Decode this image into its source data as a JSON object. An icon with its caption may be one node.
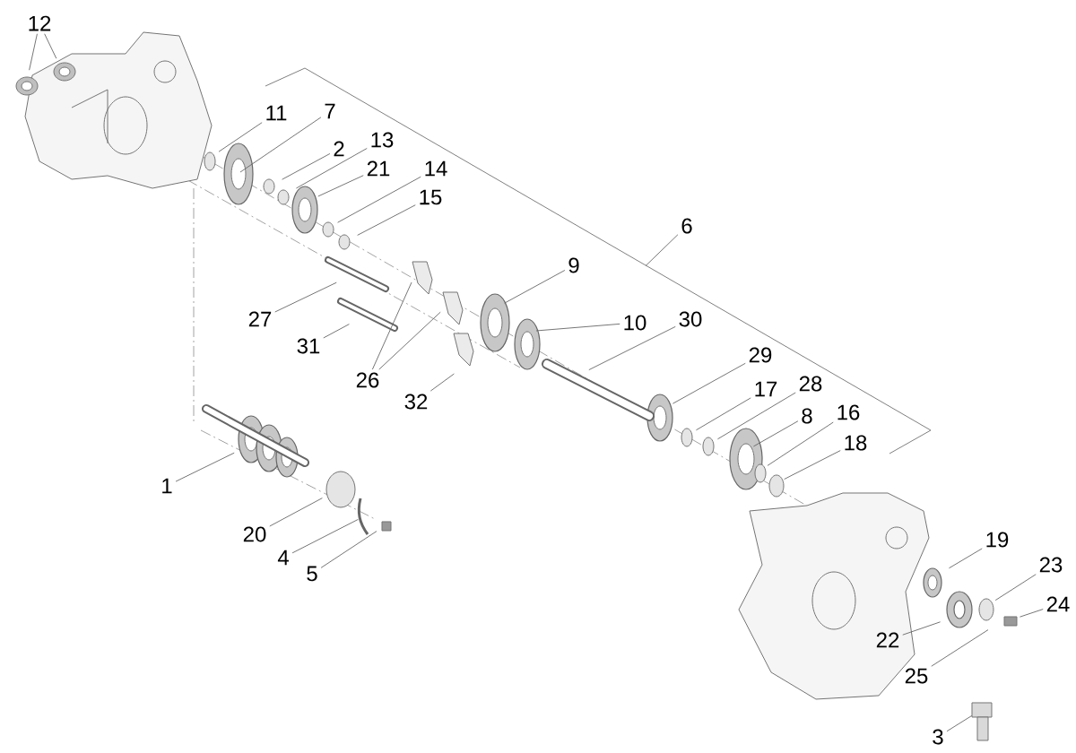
{
  "diagram": {
    "nodes": [
      {
        "text": [
          "12"
        ]
      },
      {
        "text": [
          "11"
        ]
      },
      {
        "text": [
          "7"
        ]
      },
      {
        "text": [
          "2"
        ]
      },
      {
        "text": [
          "13"
        ]
      },
      {
        "text": [
          "21"
        ]
      },
      {
        "text": [
          "14"
        ]
      },
      {
        "text": [
          "15"
        ]
      },
      {
        "text": [
          "6"
        ]
      },
      {
        "text": [
          "9"
        ]
      },
      {
        "text": [
          "10"
        ]
      },
      {
        "text": [
          "30"
        ]
      },
      {
        "text": [
          "29"
        ]
      },
      {
        "text": [
          "17"
        ]
      },
      {
        "text": [
          "28"
        ]
      },
      {
        "text": [
          "8"
        ]
      },
      {
        "text": [
          "16"
        ]
      },
      {
        "text": [
          "18"
        ]
      },
      {
        "text": [
          "27"
        ]
      },
      {
        "text": [
          "31"
        ]
      },
      {
        "text": [
          "26"
        ]
      },
      {
        "text": [
          "32"
        ]
      },
      {
        "text": [
          "1"
        ]
      },
      {
        "text": [
          "20"
        ]
      },
      {
        "text": [
          "4"
        ]
      },
      {
        "text": [
          "5"
        ]
      },
      {
        "text": [
          "19"
        ]
      },
      {
        "text": [
          "23"
        ]
      },
      {
        "text": [
          "24"
        ]
      },
      {
        "text": [
          "22"
        ]
      },
      {
        "text": [
          "25"
        ]
      },
      {
        "text": [
          "3"
        ]
      }
    ],
    "edges": [
      {
        "from": 0,
        "to": null,
        "arrow": "none"
      },
      {
        "from": 0,
        "to": null,
        "arrow": "none"
      },
      {
        "from": 1,
        "to": null,
        "arrow": "none"
      },
      {
        "from": 2,
        "to": null,
        "arrow": "none"
      },
      {
        "from": 3,
        "to": null,
        "arrow": "none"
      },
      {
        "from": 4,
        "to": null,
        "arrow": "none"
      },
      {
        "from": 5,
        "to": null,
        "arrow": "none"
      },
      {
        "from": 6,
        "to": null,
        "arrow": "none"
      },
      {
        "from": 7,
        "to": null,
        "arrow": "none"
      },
      {
        "from": 8,
        "to": null,
        "arrow": "none"
      },
      {
        "from": 9,
        "to": null,
        "arrow": "none"
      },
      {
        "from": 10,
        "to": null,
        "arrow": "none"
      },
      {
        "from": 11,
        "to": null,
        "arrow": "none"
      },
      {
        "from": 12,
        "to": null,
        "arrow": "none"
      },
      {
        "from": 13,
        "to": null,
        "arrow": "none"
      },
      {
        "from": 14,
        "to": null,
        "arrow": "none"
      },
      {
        "from": 15,
        "to": null,
        "arrow": "none"
      },
      {
        "from": 16,
        "to": null,
        "arrow": "none"
      },
      {
        "from": 17,
        "to": null,
        "arrow": "none"
      },
      {
        "from": 18,
        "to": null,
        "arrow": "none"
      },
      {
        "from": 19,
        "to": null,
        "arrow": "none"
      },
      {
        "from": 20,
        "to": null,
        "arrow": "none"
      },
      {
        "from": 20,
        "to": null,
        "arrow": "none"
      },
      {
        "from": 21,
        "to": null,
        "arrow": "none"
      },
      {
        "from": 22,
        "to": null,
        "arrow": "none"
      },
      {
        "from": 23,
        "to": null,
        "arrow": "none"
      },
      {
        "from": 24,
        "to": null,
        "arrow": "none"
      },
      {
        "from": 25,
        "to": null,
        "arrow": "none"
      },
      {
        "from": 26,
        "to": null,
        "arrow": "none"
      },
      {
        "from": 27,
        "to": null,
        "arrow": "none"
      },
      {
        "from": 28,
        "to": null,
        "arrow": "none"
      },
      {
        "from": 29,
        "to": null,
        "arrow": "none"
      },
      {
        "from": 30,
        "to": null,
        "arrow": "none"
      },
      {
        "from": 31,
        "to": null,
        "arrow": "none"
      }
    ]
  }
}
